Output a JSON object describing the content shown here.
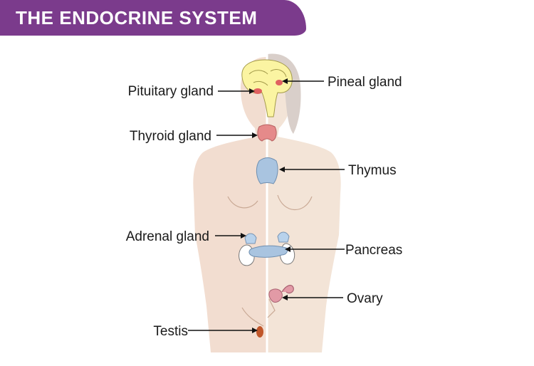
{
  "header": {
    "title": "THE ENDOCRINE SYSTEM",
    "color": "#7b3b8c"
  },
  "labels": {
    "pituitary": "Pituitary gland",
    "pineal": "Pineal gland",
    "thyroid": "Thyroid gland",
    "thymus": "Thymus",
    "adrenal": "Adrenal gland",
    "pancreas": "Pancreas",
    "ovary": "Ovary",
    "testis": "Testis"
  },
  "colors": {
    "male_body": "#f2ddd0",
    "female_body": "#f3e4d7",
    "hair": "#d9cfca",
    "brain": "#fbf4a2",
    "thyroid": "#e58a8a",
    "thymus": "#a9c4e0",
    "adrenal": "#b8d2ec",
    "ovary": "#e29aa6",
    "testis": "#c0562a"
  }
}
